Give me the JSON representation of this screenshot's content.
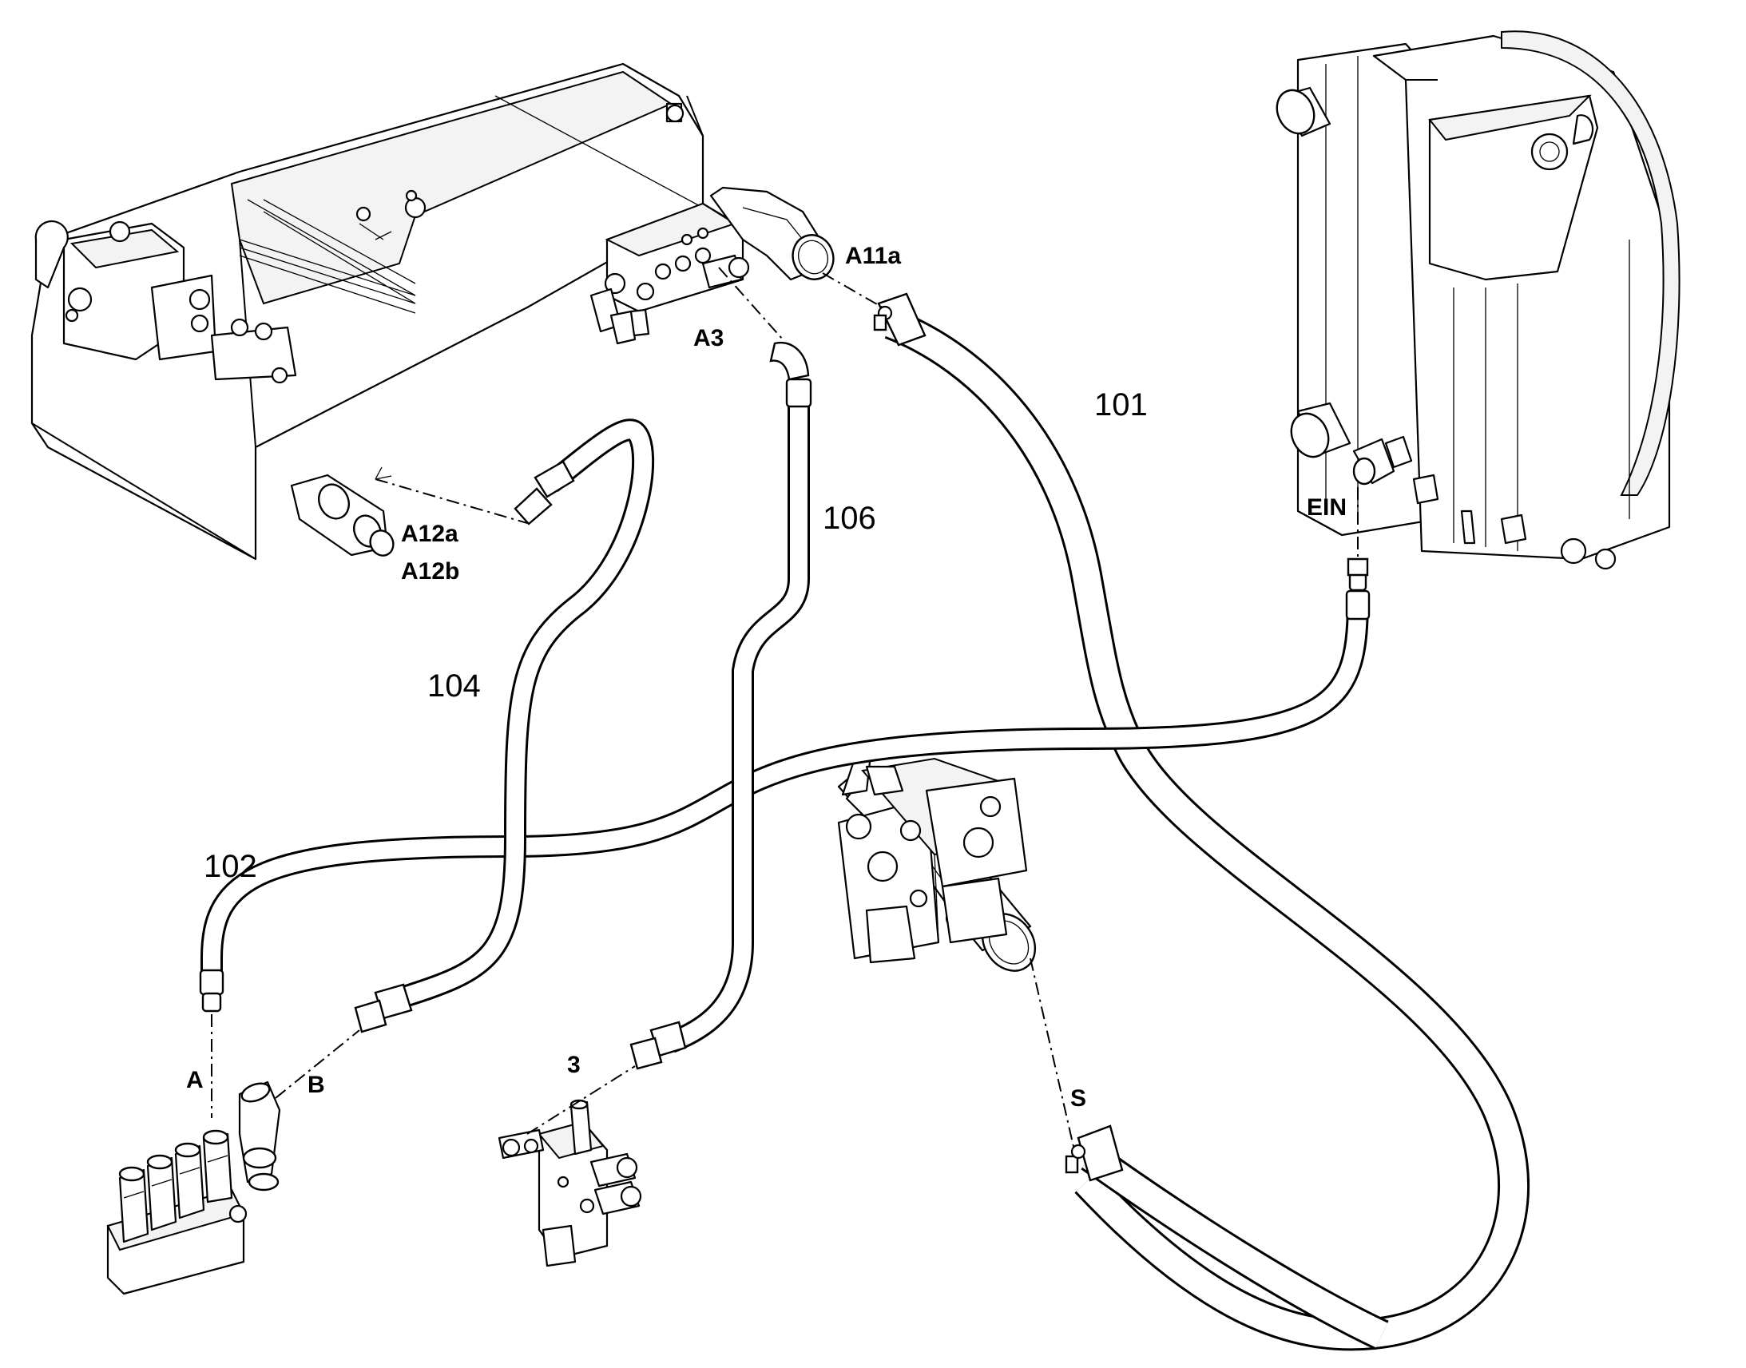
{
  "hose_numbers": {
    "h101": "101",
    "h102": "102",
    "h104": "104",
    "h106": "106"
  },
  "port_labels": {
    "a11a": "A11a",
    "a3": "A3",
    "a12a": "A12a",
    "a12b": "A12b",
    "ein": "EIN",
    "a": "A",
    "b": "B",
    "three": "3",
    "s": "S"
  },
  "colors": {
    "ink": "#000000",
    "paper": "#ffffff"
  }
}
